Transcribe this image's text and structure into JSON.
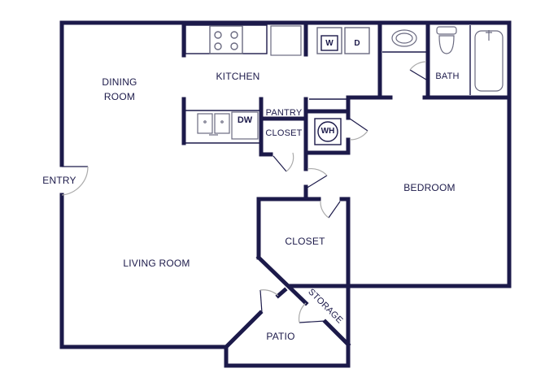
{
  "floorplan": {
    "wall_color": "#1c1a4a",
    "fixture_color": "#6a6a80",
    "background": "#ffffff",
    "rooms": {
      "dining_room": "DINING\nROOM",
      "dining_line1": "DINING",
      "dining_line2": "ROOM",
      "kitchen": "KITCHEN",
      "living_room": "LIVING ROOM",
      "bedroom": "BEDROOM",
      "bath": "BATH",
      "pantry": "PANTRY",
      "closet_small": "CLOSET",
      "closet_bedroom": "CLOSET",
      "storage": "STORAGE",
      "patio": "PATIO",
      "entry": "ENTRY"
    },
    "fixtures": {
      "washer": "W",
      "dryer": "D",
      "dishwasher": "DW",
      "water_heater": "WH"
    },
    "icons": [
      "stove-icon",
      "refrigerator-icon",
      "sink-icon",
      "bathroom-sink-icon",
      "toilet-icon",
      "bathtub-icon",
      "door-swing-icon"
    ]
  }
}
